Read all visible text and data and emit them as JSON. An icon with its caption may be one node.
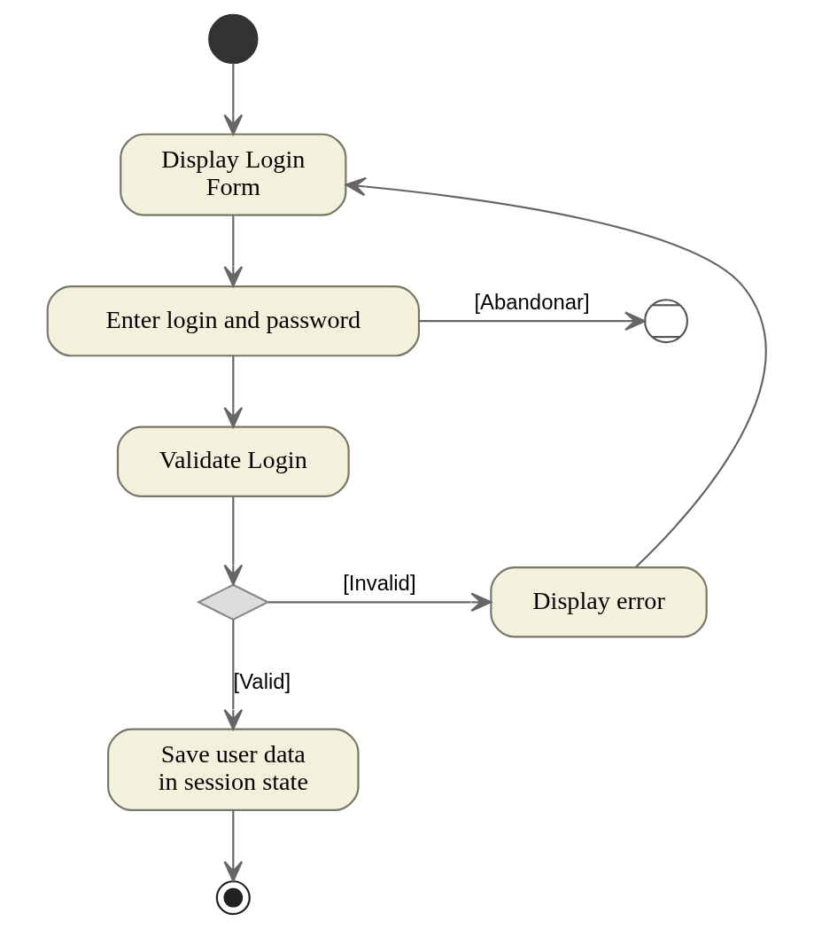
{
  "diagram": {
    "nodes": [
      {
        "text": [],
        "shape": "circle"
      },
      {
        "text": [
          "Display Login Form"
        ]
      },
      {
        "text": [
          "Enter login and password"
        ]
      },
      {
        "text": [],
        "shape": "circle"
      },
      {
        "text": [
          "Validate Login"
        ]
      },
      {
        "text": [],
        "shape": "diamond"
      },
      {
        "text": [
          "Display error"
        ]
      },
      {
        "text": [
          "Save user data in session state"
        ]
      },
      {
        "text": [],
        "shape": "circle"
      }
    ],
    "edges": [
      {
        "from": 0,
        "to": 1,
        "arrow": "to"
      },
      {
        "from": 1,
        "to": 2,
        "arrow": "to"
      },
      {
        "from": 2,
        "to": 3,
        "arrow": "to",
        "label": "[Abandonar]"
      },
      {
        "from": 2,
        "to": 4,
        "arrow": "to"
      },
      {
        "from": 4,
        "to": 5,
        "arrow": "to"
      },
      {
        "from": 5,
        "to": 6,
        "arrow": "to",
        "label": "[Invalid]"
      },
      {
        "from": 6,
        "to": 1,
        "arrow": "to"
      },
      {
        "from": 5,
        "to": 7,
        "arrow": "to",
        "label": "[Valid]"
      },
      {
        "from": 7,
        "to": 8,
        "arrow": "to"
      }
    ]
  }
}
